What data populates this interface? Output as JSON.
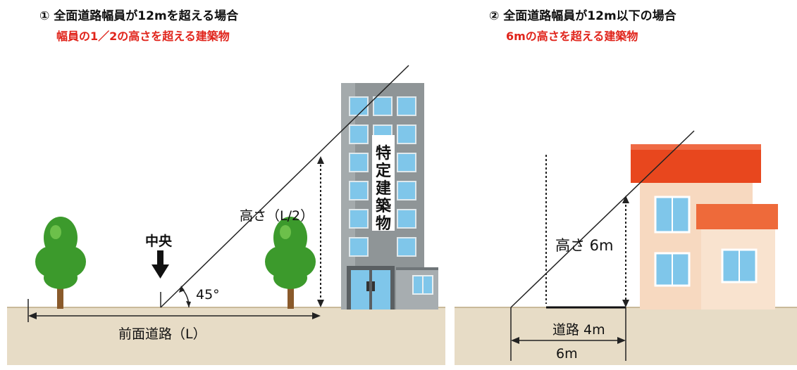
{
  "left": {
    "title": "① 全面道路幅員が12mを超える場合",
    "subtitle": "幅員の1／2の高さを超える建築物",
    "center_label": "中央",
    "angle_label": "45°",
    "height_label": "高さ（L/2）",
    "road_label": "前面道路（L）",
    "building_label": "特定建築物"
  },
  "right": {
    "title": "② 全面道路幅員が12m以下の場合",
    "subtitle": "6mの高さを超える建築物",
    "height_label": "高さ 6m",
    "road_label": "道路 4m",
    "distance_label": "6m"
  },
  "colors": {
    "ground": "#e7dcc6",
    "tree_green": "#3c9a2c",
    "trunk": "#8a5a2b",
    "building": "#8f9597",
    "window": "#7fc6ea",
    "roof_main": "#e8471e",
    "roof_small": "#ee6a3a",
    "house_wall": "#f7d9c0",
    "subtitle_red": "#e0241b"
  }
}
